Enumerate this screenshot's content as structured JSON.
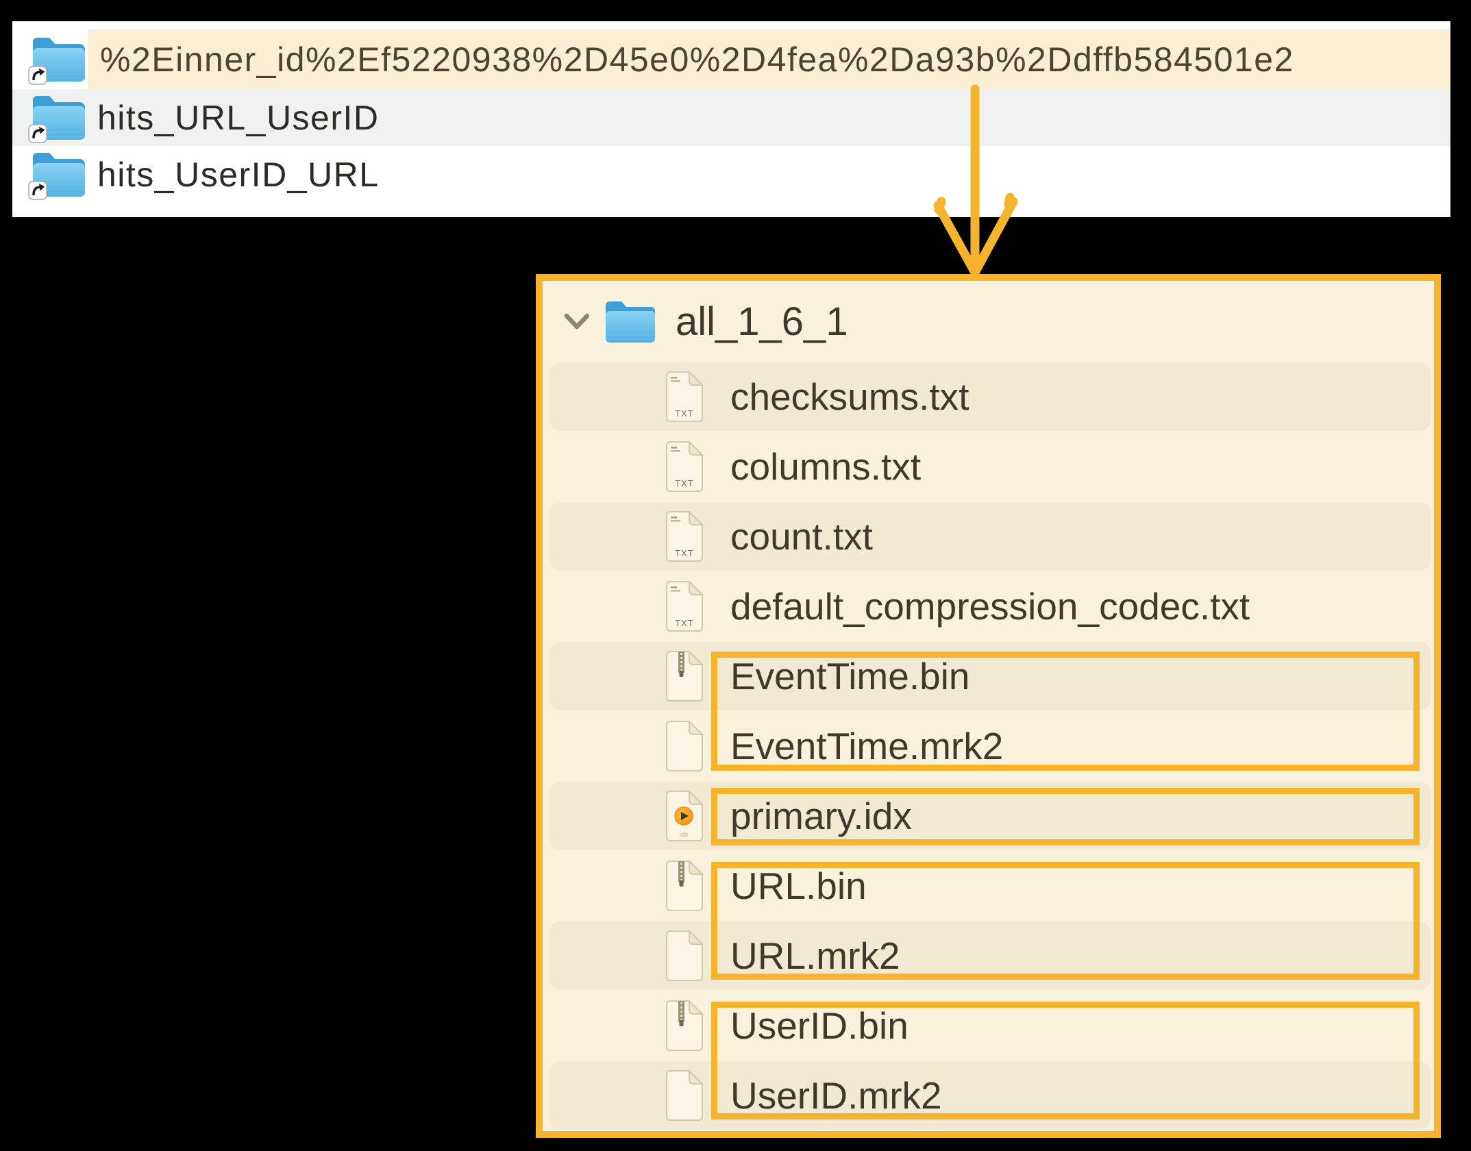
{
  "colors": {
    "accent_orange": "#f6b42c",
    "panel_cream": "#faf1dc",
    "row_stripe_cream": "#f2e9d3",
    "selection_highlight_cream": "#faeed3",
    "alt_row_gray": "#f0f2f2",
    "folder_blue": "#54b3e4",
    "idx_disc_orange": "#f59d1e",
    "text_dark": "#3e392b",
    "background_black": "#000000",
    "top_panel_white": "#ffffff"
  },
  "top_panel": {
    "rows": [
      {
        "label": "%2Einner_id%2Ef5220938%2D45e0%2D4fea%2Da93b%2Ddffb584501e2",
        "icon": "alias-folder-icon",
        "highlighted": true
      },
      {
        "label": "hits_URL_UserID",
        "icon": "alias-folder-icon",
        "highlighted": false
      },
      {
        "label": "hits_UserID_URL",
        "icon": "alias-folder-icon",
        "highlighted": false
      }
    ]
  },
  "annotation": {
    "arrow_icon": "down-arrow-icon",
    "callout_boxes": [
      {
        "around": [
          "EventTime.bin",
          "EventTime.mrk2"
        ]
      },
      {
        "around": [
          "primary.idx"
        ]
      },
      {
        "around": [
          "URL.bin",
          "URL.mrk2"
        ]
      },
      {
        "around": [
          "UserID.bin",
          "UserID.mrk2"
        ]
      }
    ]
  },
  "tree_panel": {
    "folder": {
      "label": "all_1_6_1",
      "icon": "folder-icon",
      "chevron": "chevron-down-icon",
      "expanded": true
    },
    "files": [
      {
        "label": "checksums.txt",
        "icon": "txt-file-icon",
        "icon_ref": "#sym-doc-txt"
      },
      {
        "label": "columns.txt",
        "icon": "txt-file-icon",
        "icon_ref": "#sym-doc-txt"
      },
      {
        "label": "count.txt",
        "icon": "txt-file-icon",
        "icon_ref": "#sym-doc-txt"
      },
      {
        "label": "default_compression_codec.txt",
        "icon": "txt-file-icon",
        "icon_ref": "#sym-doc-txt"
      },
      {
        "label": "EventTime.bin",
        "icon": "bin-file-icon",
        "icon_ref": "#sym-doc-bin"
      },
      {
        "label": "EventTime.mrk2",
        "icon": "mrk2-file-icon",
        "icon_ref": "#sym-doc-blank"
      },
      {
        "label": "primary.idx",
        "icon": "idx-file-icon",
        "icon_ref": "#sym-doc-idx"
      },
      {
        "label": "URL.bin",
        "icon": "bin-file-icon",
        "icon_ref": "#sym-doc-bin"
      },
      {
        "label": "URL.mrk2",
        "icon": "mrk2-file-icon",
        "icon_ref": "#sym-doc-blank"
      },
      {
        "label": "UserID.bin",
        "icon": "bin-file-icon",
        "icon_ref": "#sym-doc-bin"
      },
      {
        "label": "UserID.mrk2",
        "icon": "mrk2-file-icon",
        "icon_ref": "#sym-doc-blank"
      }
    ]
  }
}
